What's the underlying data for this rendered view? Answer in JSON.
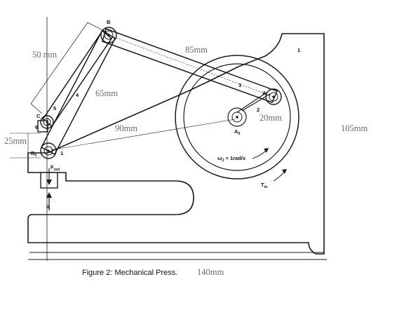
{
  "caption": "Figure 2: Mechanical Press.",
  "dimensions": {
    "d_50": "50 mm",
    "d_85": "85mm",
    "d_65": "65mm",
    "d_90": "90mm",
    "d_20": "20mm",
    "d_25": "25mm",
    "d_105": "105mm",
    "d_140": "140mm"
  },
  "labels": {
    "B": "B",
    "A": "A",
    "C": "C",
    "A0": "A",
    "A0_sub": "0",
    "B0": "B",
    "B0_sub": "0",
    "n1_frame": "1",
    "n1_pivot": "1",
    "n2": "2",
    "n3": "3",
    "n4": "4",
    "n5": "5",
    "n6": "6",
    "Fout": "F",
    "Fout_sub": "out",
    "R": "R",
    "omega": "ω",
    "omega_sub": "2",
    "omega_val": " = 1rad/s",
    "Tin": "T",
    "Tin_sub": "in"
  }
}
